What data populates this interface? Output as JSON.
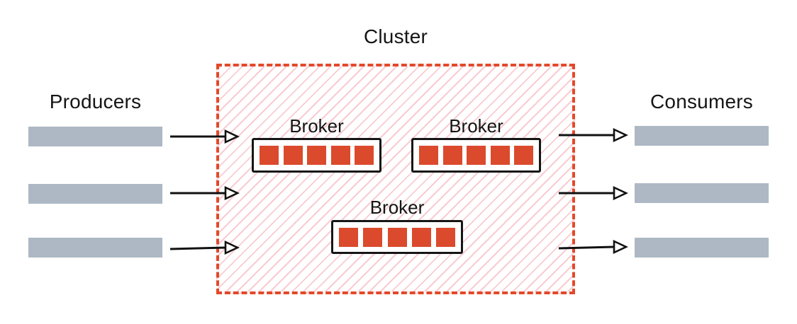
{
  "diagram": {
    "title": "Cluster",
    "producers_label": "Producers",
    "consumers_label": "Consumers",
    "producers_count": 3,
    "consumers_count": 3,
    "brokers": [
      {
        "label": "Broker",
        "partitions": 5
      },
      {
        "label": "Broker",
        "partitions": 5
      },
      {
        "label": "Broker",
        "partitions": 5
      }
    ],
    "arrows": {
      "producer_to_cluster": 3,
      "cluster_to_consumer": 3
    },
    "colors": {
      "partition_red": "#DB4A2C",
      "cluster_border_red": "#E2492B",
      "hatch_pink": "#F8CCD2",
      "bar_gray": "#ADB8C4",
      "text": "#151515",
      "arrow_black": "#111111"
    }
  }
}
